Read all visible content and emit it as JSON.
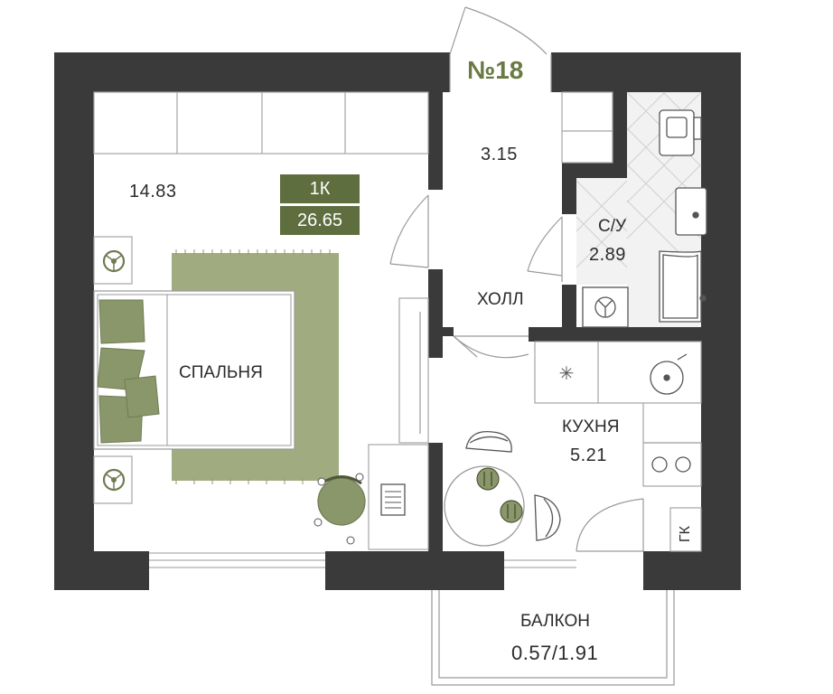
{
  "apartment": {
    "number_label": "№18",
    "type_label": "1К",
    "total_area": "26.65"
  },
  "rooms": {
    "bedroom": {
      "name": "СПАЛЬНЯ",
      "area": "14.83"
    },
    "hall": {
      "name": "ХОЛЛ",
      "area": "3.15"
    },
    "bathroom": {
      "name": "С/У",
      "area": "2.89"
    },
    "kitchen": {
      "name": "КУХНЯ",
      "area": "5.21"
    },
    "balcony": {
      "name": "БАЛКОН",
      "area": "0.57/1.91"
    }
  },
  "fixtures": {
    "gas_riser_label": "ГК"
  },
  "colors": {
    "wall": "#3a3a3a",
    "accent": "#5e6e3f",
    "rug": "#8f9c6a",
    "furniture_green": "#8a976a",
    "line": "#9a9a9a"
  }
}
